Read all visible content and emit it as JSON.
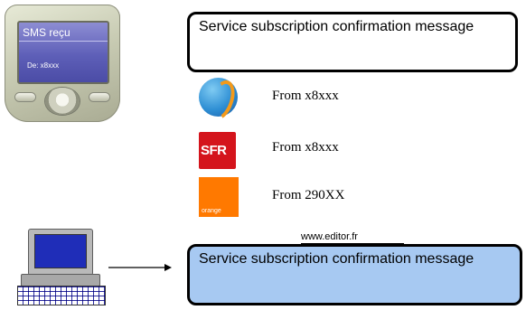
{
  "phone": {
    "screen_title": "SMS reçu",
    "screen_from": "De: x8xxx"
  },
  "top_message": {
    "text": "Service subscription confirmation message"
  },
  "operators": [
    {
      "logo_icon": "bouygues-logo-icon",
      "text": "From x8xxx"
    },
    {
      "logo_icon": "sfr-logo-icon",
      "logo_label": "SFR",
      "text": "From x8xxx"
    },
    {
      "logo_icon": "orange-logo-icon",
      "logo_label": "orange",
      "text": "From 290XX"
    }
  ],
  "editor_url": "www.editor.fr",
  "bottom_message": {
    "text": "Service subscription confirmation message"
  },
  "colors": {
    "bottom_box": "#a7c9f2",
    "phone_screen": "#5e5fb8",
    "sfr": "#d4141c",
    "orange": "#ff7900"
  }
}
